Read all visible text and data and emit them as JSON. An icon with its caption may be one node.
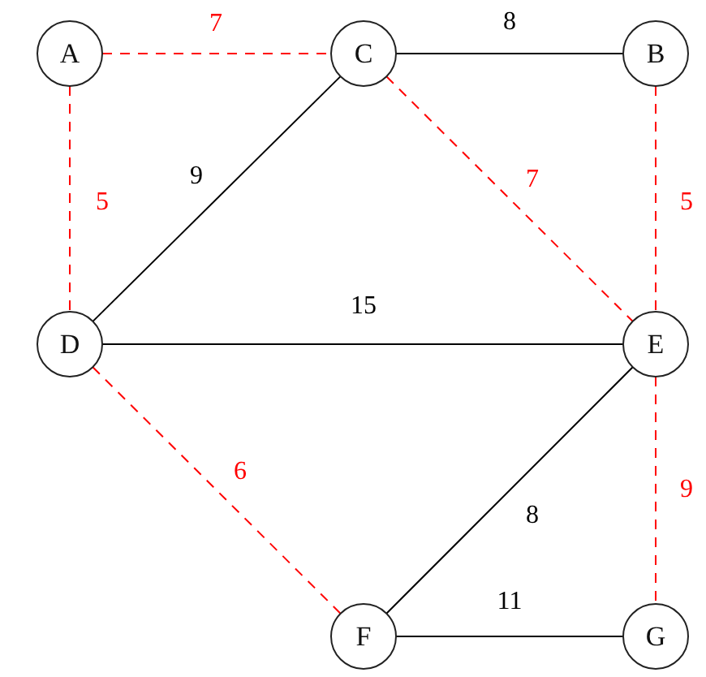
{
  "diagram": {
    "nodes": [
      {
        "text": [
          "A"
        ]
      },
      {
        "text": [
          "C"
        ]
      },
      {
        "text": [
          "B"
        ]
      },
      {
        "text": [
          "D"
        ]
      },
      {
        "text": [
          "E"
        ]
      },
      {
        "text": [
          "F"
        ]
      },
      {
        "text": [
          "G"
        ]
      }
    ],
    "edges": [
      {
        "from": 0,
        "to": 1,
        "arrow": "none",
        "label": "7",
        "style": "dashed",
        "color": "#ff0000"
      },
      {
        "from": 1,
        "to": 2,
        "arrow": "none",
        "label": "8",
        "color": "#000000"
      },
      {
        "from": 0,
        "to": 3,
        "arrow": "none",
        "label": "5",
        "style": "dashed",
        "color": "#ff0000"
      },
      {
        "from": 1,
        "to": 3,
        "arrow": "none",
        "label": "9",
        "color": "#000000"
      },
      {
        "from": 1,
        "to": 4,
        "arrow": "none",
        "label": "7",
        "style": "dashed",
        "color": "#ff0000"
      },
      {
        "from": 2,
        "to": 4,
        "arrow": "none",
        "label": "5",
        "style": "dashed",
        "color": "#ff0000"
      },
      {
        "from": 3,
        "to": 4,
        "arrow": "none",
        "label": "15",
        "color": "#000000"
      },
      {
        "from": 3,
        "to": 5,
        "arrow": "none",
        "label": "6",
        "style": "dashed",
        "color": "#ff0000"
      },
      {
        "from": 4,
        "to": 5,
        "arrow": "none",
        "label": "8",
        "color": "#000000"
      },
      {
        "from": 4,
        "to": 6,
        "arrow": "none",
        "label": "9",
        "style": "dashed",
        "color": "#ff0000"
      },
      {
        "from": 5,
        "to": 6,
        "arrow": "none",
        "label": "11",
        "color": "#000000"
      }
    ]
  }
}
